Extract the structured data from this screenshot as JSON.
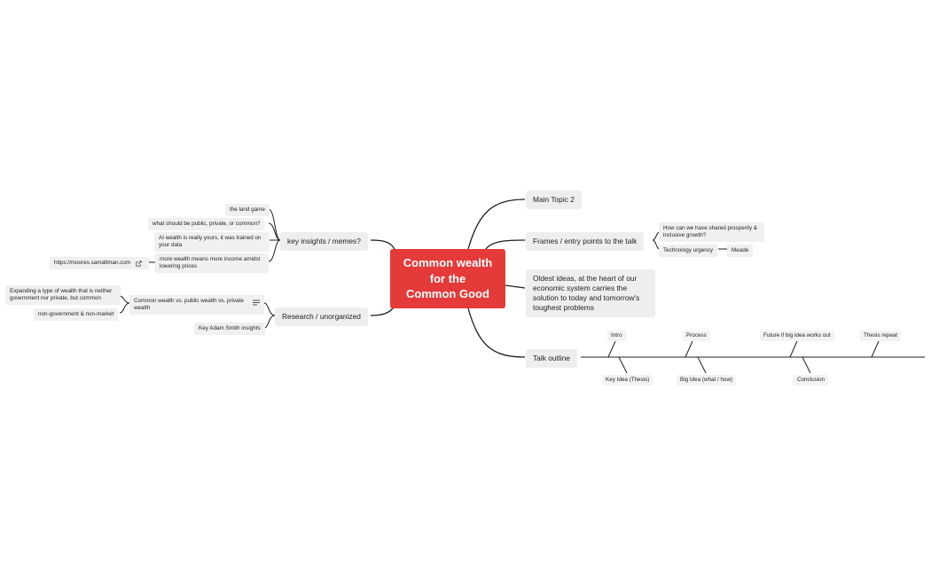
{
  "central": {
    "line1": "Common wealth",
    "line2": "for the",
    "line3": "Common Good"
  },
  "right": {
    "main_topic_2": "Main Topic 2",
    "frames": {
      "label": "Frames / entry points to the talk",
      "children": [
        "How can we have shared prosperity & inclusive growth?",
        "Technology urgency"
      ],
      "grandchild": "Meade"
    },
    "oldest_ideas": "Oldest ideas, at the heart of our economic system carries the solution to today and tomorrow's toughest problems",
    "talk_outline": {
      "label": "Talk outline",
      "top": [
        "Intro",
        "Process",
        "Future if big idea works out",
        "Thesis repeat"
      ],
      "bottom": [
        "Key Idea (Thesis)",
        "Big Idea (what / how)",
        "Conclusion"
      ]
    }
  },
  "left": {
    "key_insights": {
      "label": "key insights / memes?",
      "children": [
        "the land game",
        "what should be public, private, or common?",
        "AI wealth is really yours, it was trained on your data",
        "more wealth means more income amidst lowering prices"
      ],
      "link": "https://moores.samaltman.com"
    },
    "research": {
      "label": "Research / unorganized",
      "children": [
        "Common wealth vs. public wealth vs. private wealth",
        "Key Adam Smith insights"
      ],
      "grandchildren": [
        "Expanding a type of wealth that is neither government nor private, but common",
        "non-government & non-market"
      ]
    }
  },
  "colors": {
    "central": "#e43b3a",
    "node_bg": "#eeeeee",
    "line": "#1f1f1f"
  },
  "icons": {
    "link": "external-link-icon",
    "note": "notes-icon"
  }
}
